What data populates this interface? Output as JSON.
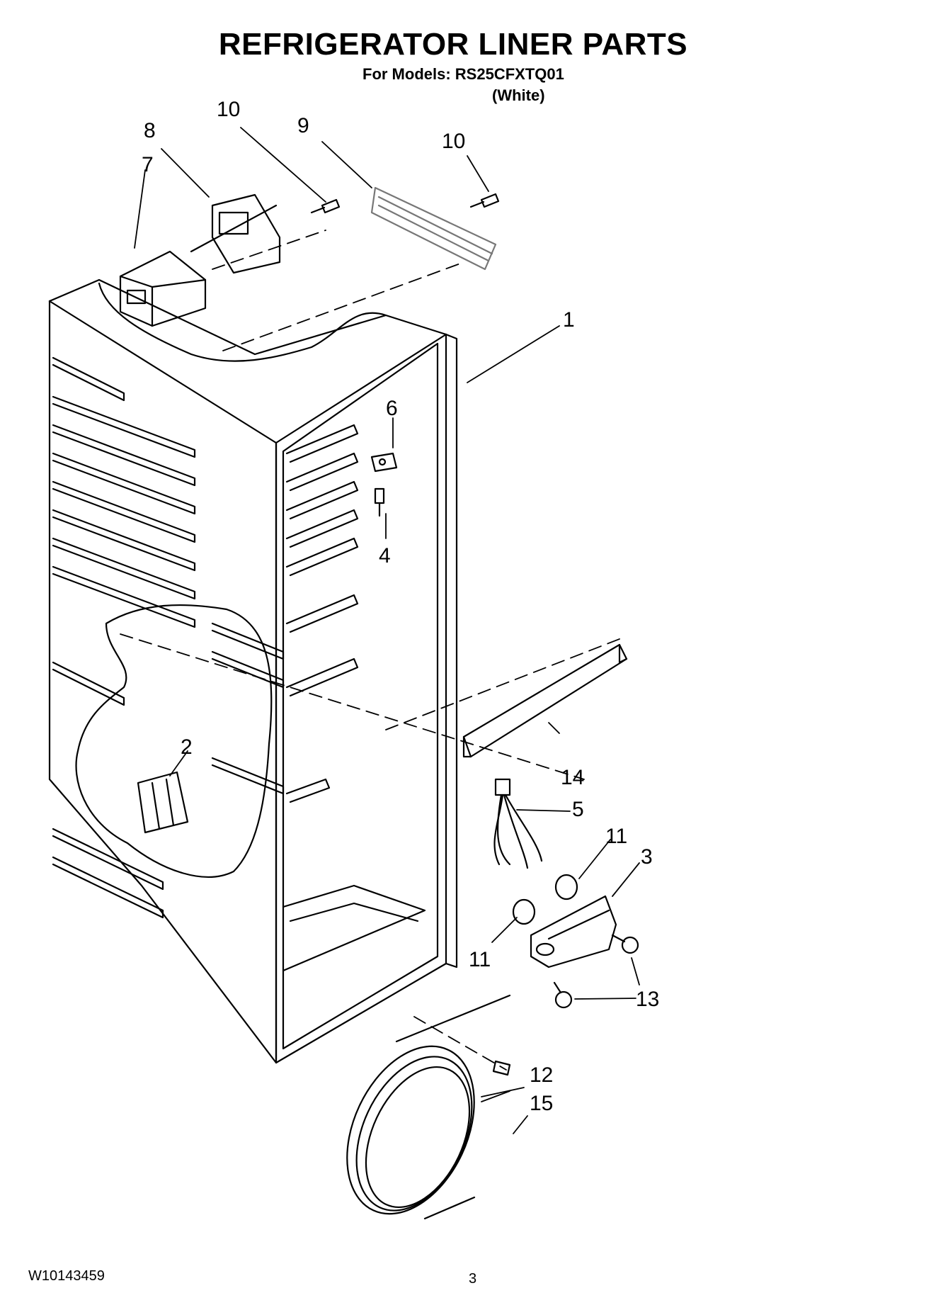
{
  "header": {
    "title": "REFRIGERATOR LINER PARTS",
    "models_line": "For Models: RS25CFXTQ01",
    "color": "(White)"
  },
  "callouts": [
    "1",
    "2",
    "3",
    "4",
    "5",
    "6",
    "7",
    "8",
    "9",
    "10",
    "10",
    "11",
    "11",
    "12",
    "13",
    "14",
    "15"
  ],
  "footer": {
    "doc_number": "W10143459",
    "page": "3"
  },
  "icons": {
    "liner": "refrigerator-liner-icon",
    "screw": "screw-icon",
    "wire": "wire-harness-icon",
    "tube": "tubing-coil-icon"
  }
}
